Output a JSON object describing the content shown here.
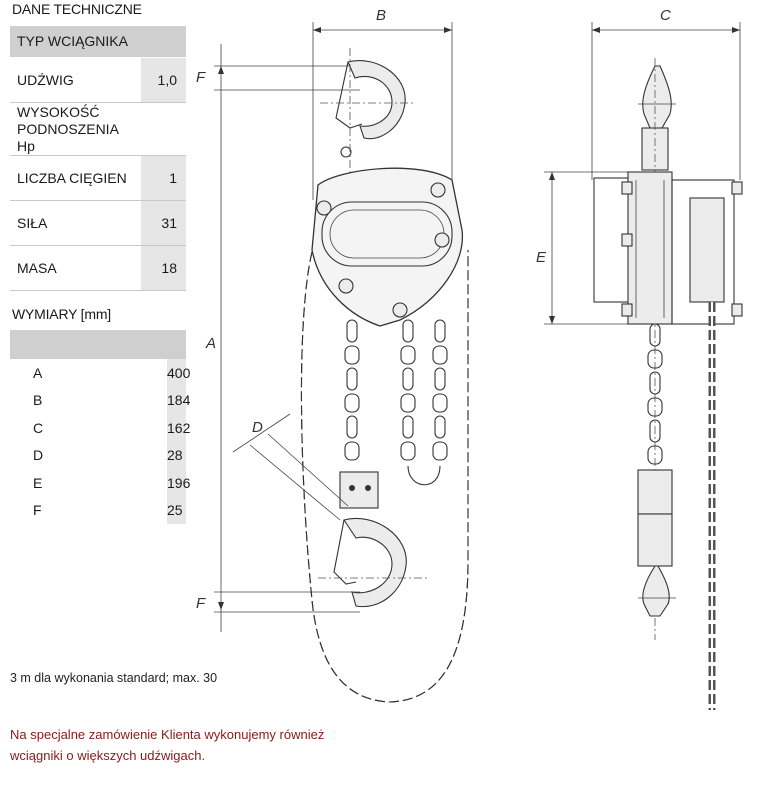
{
  "spec": {
    "title": "DANE TECHNICZNE",
    "header_label": "TYP WCIĄGNIKA",
    "rows": [
      {
        "label": "UDŹWIG",
        "value": "1,0"
      },
      {
        "label_line1": "WYSOKOŚĆ",
        "label_line2": "PODNOSZENIA Hp",
        "value": ""
      },
      {
        "label": "LICZBA CIĘGIEN",
        "value": "1"
      },
      {
        "label": "SIŁA",
        "value": "31"
      },
      {
        "label": "MASA",
        "value": "18"
      }
    ]
  },
  "dims": {
    "title": "WYMIARY [mm]",
    "rows": [
      {
        "key": "A",
        "value": "400"
      },
      {
        "key": "B",
        "value": "184"
      },
      {
        "key": "C",
        "value": "162"
      },
      {
        "key": "D",
        "value": "28"
      },
      {
        "key": "E",
        "value": "196"
      },
      {
        "key": "F",
        "value": "25"
      }
    ]
  },
  "footnote": "3 m dla wykonania standard; max. 30",
  "note": {
    "line1": "Na specjalne zamówienie Klienta wykonujemy również",
    "line2": "wciągniki o większych udźwigach."
  },
  "drawing_labels": {
    "A": "A",
    "B": "B",
    "C": "C",
    "D": "D",
    "E": "E",
    "F": "F"
  },
  "colors": {
    "note_text": "#8b1a1a",
    "header_gray": "#cfcfcf",
    "value_gray": "#e6e6e6"
  }
}
